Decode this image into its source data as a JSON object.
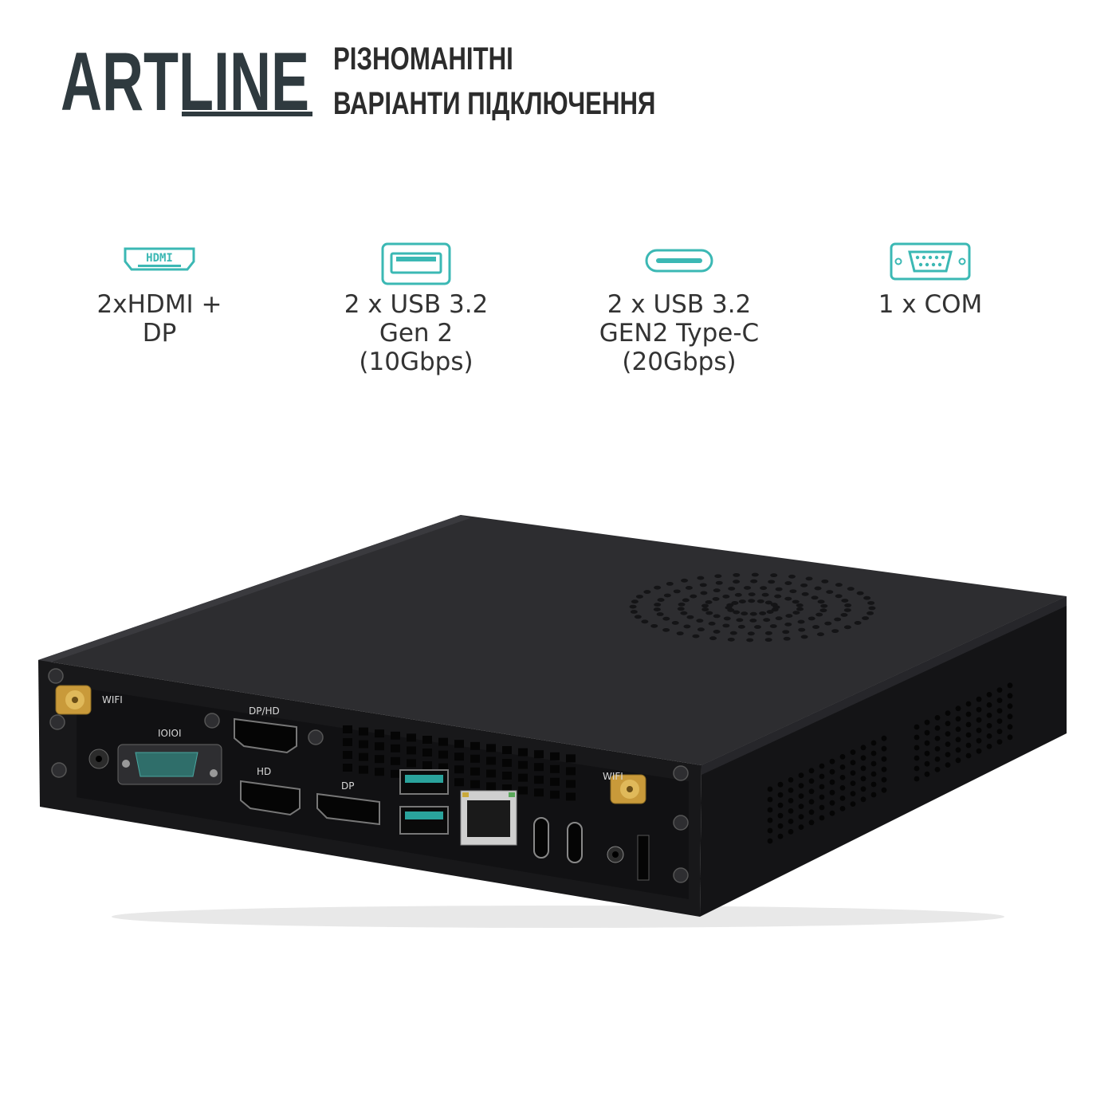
{
  "brand": {
    "logo_text": "ARTLINE",
    "accent_color": "#2f3a3f"
  },
  "headline": {
    "line1": "РІЗНОМАНІТНІ",
    "line2": "ВАРІАНТИ ПІДКЛЮЧЕННЯ"
  },
  "features": [
    {
      "icon": "hdmi-port-icon",
      "label": "2xHDMI +\nDP"
    },
    {
      "icon": "usb-a-port-icon",
      "label": "2 x USB 3.2\nGen 2\n(10Gbps)"
    },
    {
      "icon": "usb-c-port-icon",
      "label": "2 x USB 3.2\nGEN2 Type-C\n(20Gbps)"
    },
    {
      "icon": "com-port-icon",
      "label": "1 x COM"
    }
  ],
  "icon_color": "#3bb8b4",
  "device": {
    "port_labels": {
      "wifi_left": "WIFI",
      "com": "IOIOI",
      "dp_hd": "DP/HD",
      "hd": "HD",
      "dp": "DP",
      "wifi_right": "WIFI"
    },
    "case_color": "#1c1c1e",
    "usb_accent": "#2aa39c"
  }
}
